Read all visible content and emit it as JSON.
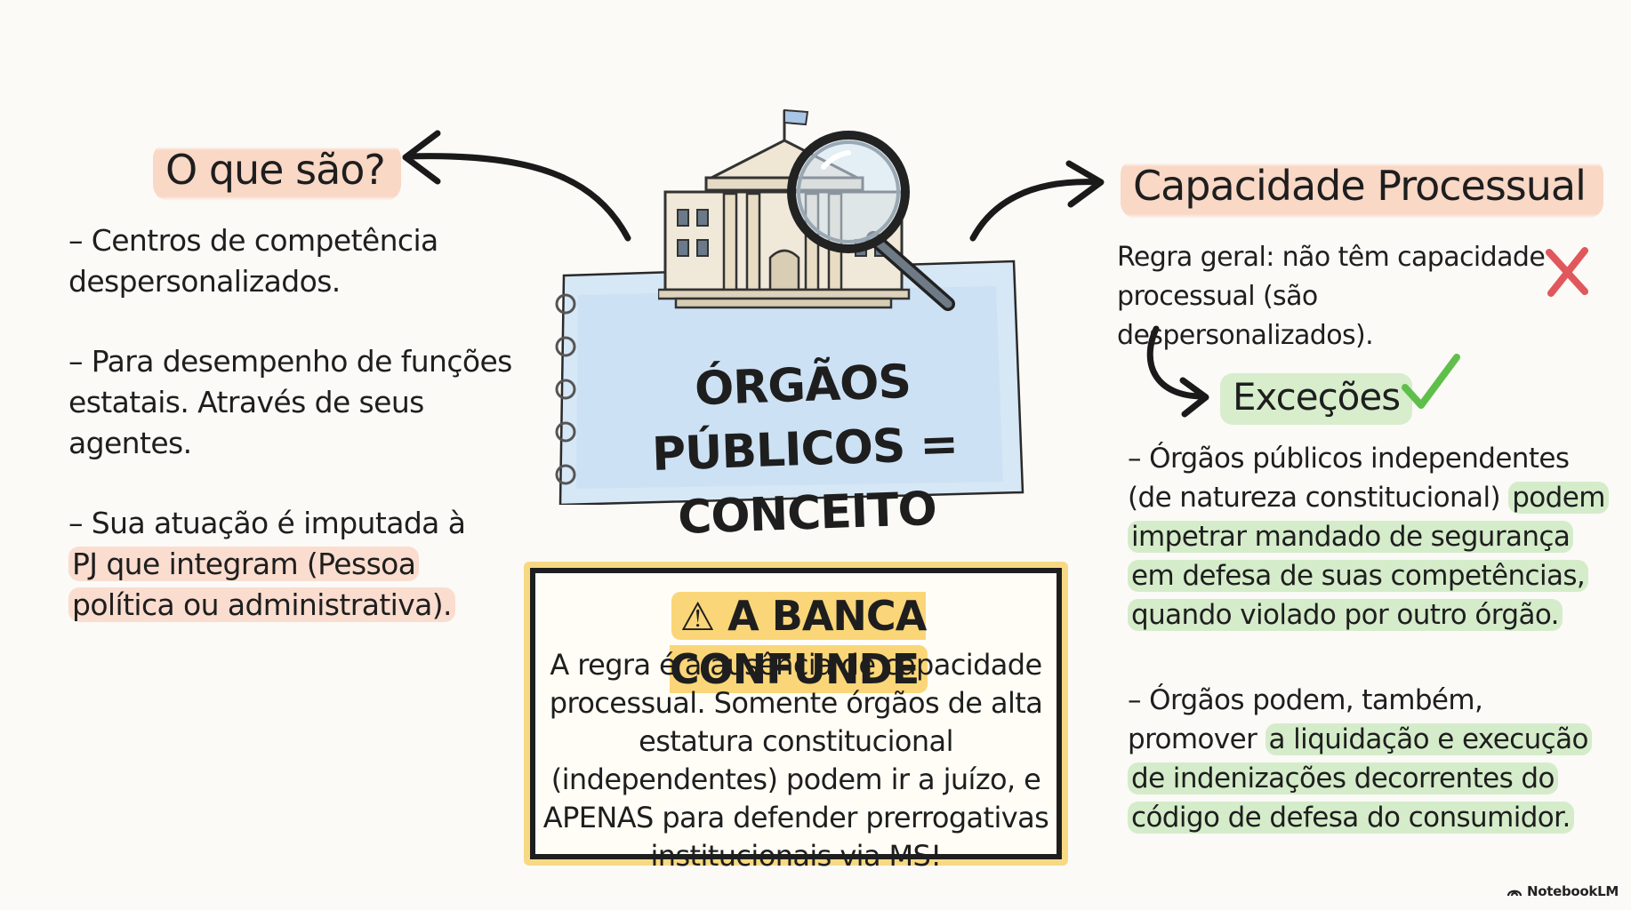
{
  "left": {
    "title": "O que são?",
    "items": [
      "– Centros de competência despersonalizados.",
      "– Para desempenho de funções estatais. Através de seus agentes."
    ],
    "item3_plain": "– Sua atuação é imputada à",
    "item3_highlight": "PJ que integram (Pessoa política ou administrativa)."
  },
  "center": {
    "title": "ÓRGÃOS PÚBLICOS = CONCEITO",
    "icons": [
      "government-building-icon",
      "magnifying-glass-icon"
    ]
  },
  "warning": {
    "title": "A BANCA CONFUNDE",
    "text": "A regra é a ausência de capacidade processual. Somente órgãos de alta estatura constitucional (independentes) podem ir a juízo, e APENAS para defender prerrogativas institucionais via MS!"
  },
  "right": {
    "title": "Capacidade Processual",
    "rule": "Regra geral: não têm capacidade processual (são despersonalizados).",
    "exceptions_title": "Exceções",
    "exceptions": [
      {
        "plain": "– Órgãos públicos independentes (de natureza constitucional)",
        "highlight": "podem impetrar mandado de segurança em defesa de suas competências, quando violado por outro órgão."
      },
      {
        "plain": "– Órgãos podem, também, promover",
        "highlight": "a liquidação e execução de indenizações decorrentes do código de defesa do consumidor."
      }
    ]
  },
  "brand": "NotebookLM",
  "colors": {
    "highlight_orange": "#fad2be",
    "highlight_green": "#d0eac4",
    "warning_yellow": "#f9d26a",
    "note_blue": "#cfe3f4",
    "cross_red": "#e0585c",
    "check_green": "#5fbf4a"
  }
}
